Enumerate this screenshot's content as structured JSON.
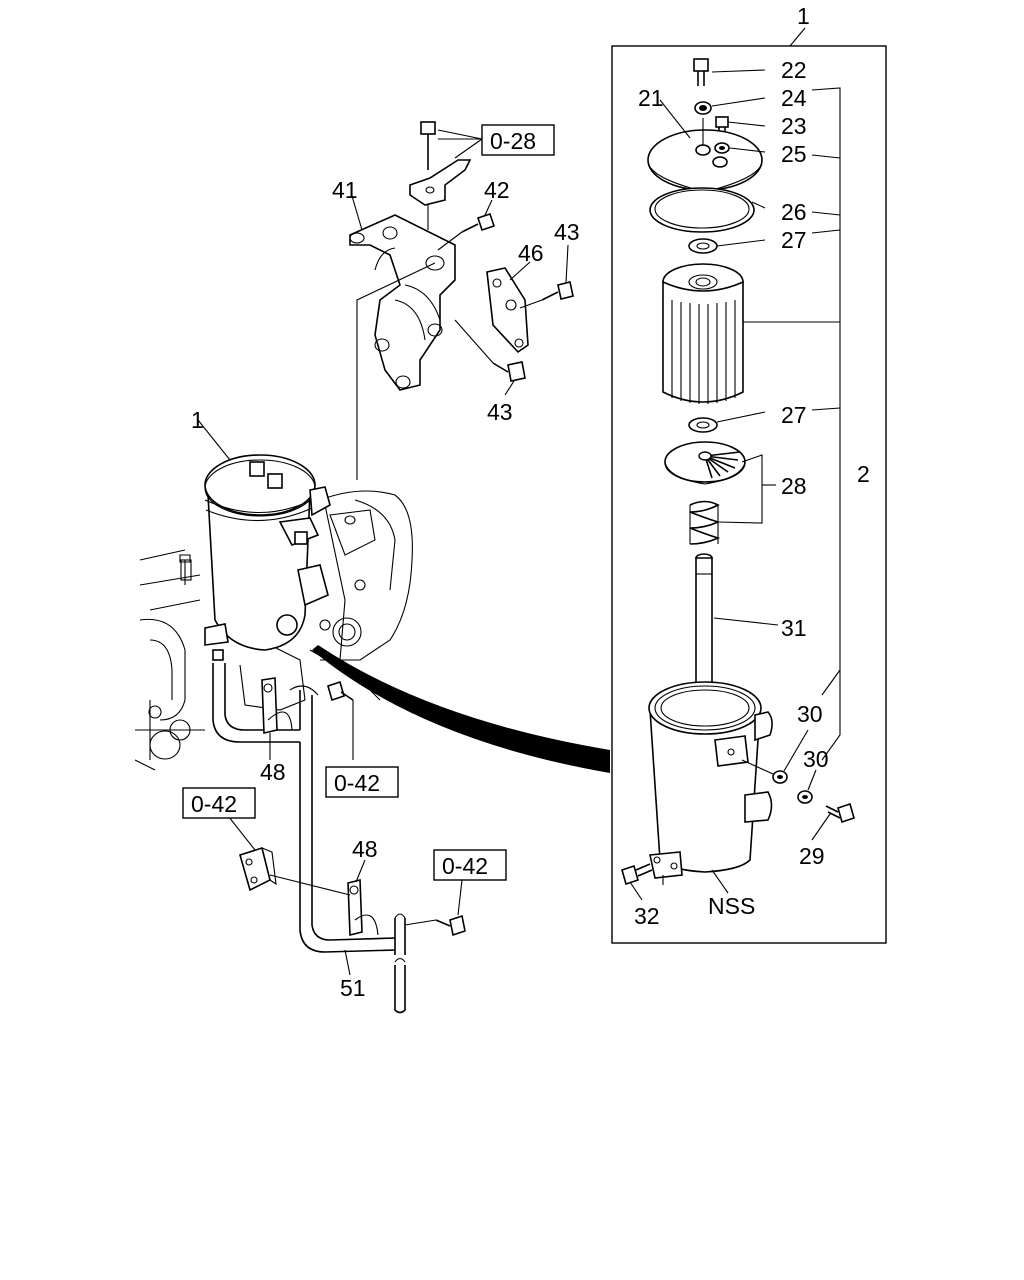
{
  "callouts": {
    "c1_top": "1",
    "c22": "22",
    "c21": "21",
    "c24": "24",
    "c23": "23",
    "c25": "25",
    "c26": "26",
    "c27_a": "27",
    "c27_b": "27",
    "c28": "28",
    "c2": "2",
    "c31": "31",
    "c30_a": "30",
    "c30_b": "30",
    "c29": "29",
    "c32": "32",
    "nss": "NSS",
    "c41": "41",
    "c42": "42",
    "c46": "46",
    "c43_a": "43",
    "c43_b": "43",
    "c1_left": "1",
    "c48_a": "48",
    "c48_b": "48",
    "c51": "51"
  },
  "references": {
    "r028": "0-28",
    "r042_a": "0-42",
    "r042_b": "0-42",
    "r042_c": "0-42"
  }
}
